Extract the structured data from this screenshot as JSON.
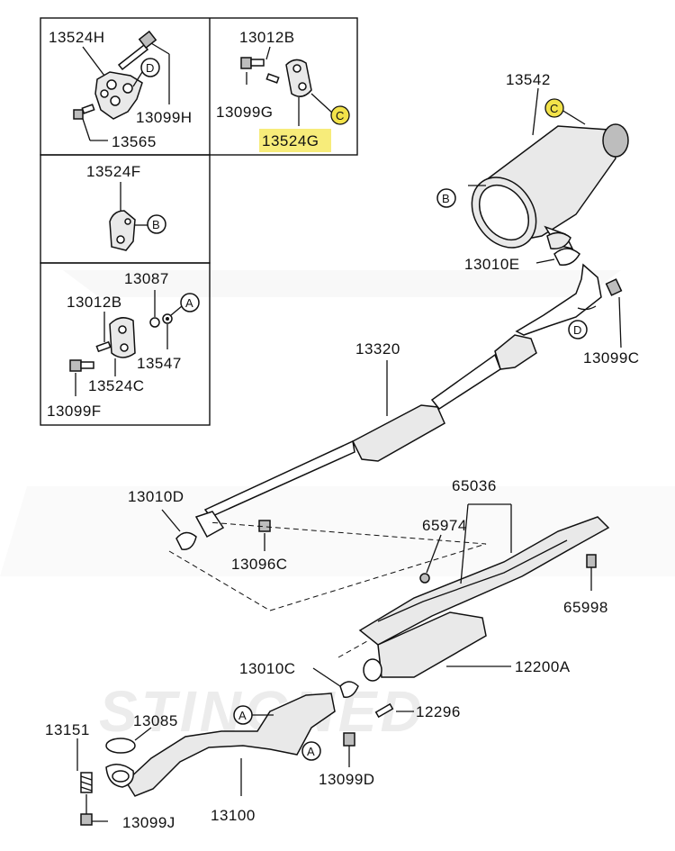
{
  "diagram": {
    "watermark": "STINGNED",
    "highlight_color": "#f7ec7a",
    "callout_highlight_color": "#f2e24a",
    "labels": {
      "p13524H": "13524H",
      "p13099H": "13099H",
      "p13565": "13565",
      "p13012B_top": "13012B",
      "p13099G": "13099G",
      "p13524G": "13524G",
      "p13524F": "13524F",
      "p13087": "13087",
      "p13012B": "13012B",
      "p13547": "13547",
      "p13524C": "13524C",
      "p13099F": "13099F",
      "p13542": "13542",
      "p13010E": "13010E",
      "p13099C": "13099C",
      "p13320": "13320",
      "p13010D": "13010D",
      "p13096C": "13096C",
      "p65036": "65036",
      "p65974": "65974",
      "p65998": "65998",
      "p12200A": "12200A",
      "p13010C": "13010C",
      "p12296": "12296",
      "p13085": "13085",
      "p13151": "13151",
      "p13099D": "13099D",
      "p13100": "13100",
      "p13099J": "13099J"
    },
    "refs": {
      "A": "A",
      "B": "B",
      "C": "C",
      "D": "D"
    }
  }
}
